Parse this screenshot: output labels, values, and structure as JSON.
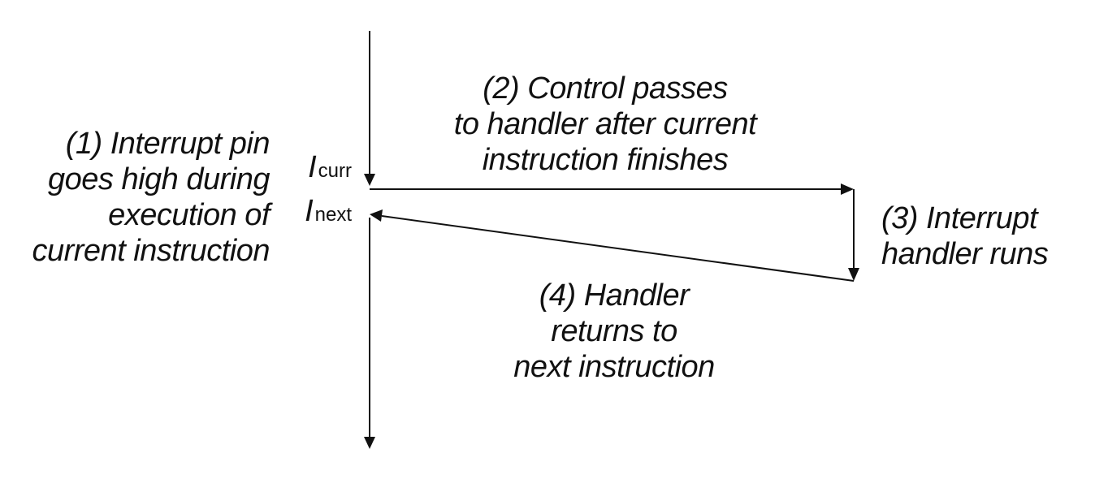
{
  "labels": {
    "step1": [
      "(1) Interrupt pin",
      "goes high during",
      "execution of",
      "current instruction"
    ],
    "step2": [
      "(2) Control passes",
      "to handler after current",
      "instruction finishes"
    ],
    "step3": [
      "(3) Interrupt",
      "handler runs"
    ],
    "step4": [
      "(4) Handler",
      "returns to",
      "next instruction"
    ]
  },
  "instructions": {
    "curr": {
      "letter": "I",
      "sub": "curr"
    },
    "next": {
      "letter": "I",
      "sub": "next"
    }
  },
  "colors": {
    "ink": "#111111",
    "background": "#ffffff"
  }
}
